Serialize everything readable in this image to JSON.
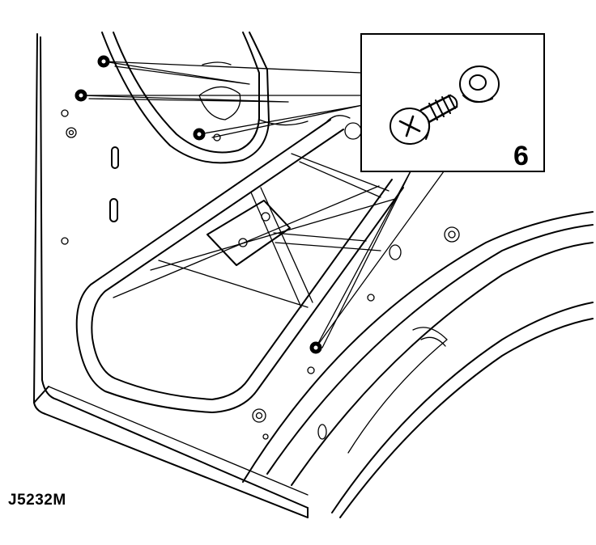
{
  "figure": {
    "callout_number": "6",
    "reference_code": "J5232M"
  },
  "components": {
    "fastener_icon": "screw-with-washer-icon",
    "fastener_count": 4
  }
}
